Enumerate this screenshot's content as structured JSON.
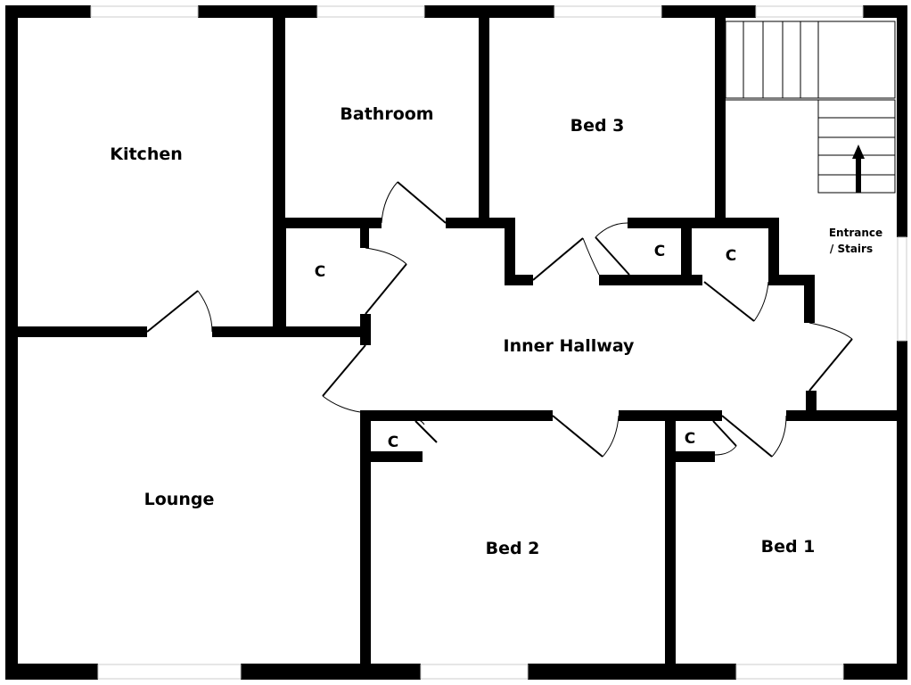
{
  "plan": {
    "colors": {
      "wall": "#000000",
      "window": "#cccccc",
      "background": "#ffffff"
    },
    "rooms": {
      "kitchen": "Kitchen",
      "bathroom": "Bathroom",
      "bed3": "Bed 3",
      "entrance_line1": "Entrance",
      "entrance_line2": "/ Stairs",
      "inner_hallway": "Inner Hallway",
      "lounge": "Lounge",
      "bed2": "Bed 2",
      "bed1": "Bed 1"
    },
    "cupboards": {
      "c1": "C",
      "c2": "C",
      "c3": "C",
      "c4": "C",
      "c5": "C"
    }
  }
}
